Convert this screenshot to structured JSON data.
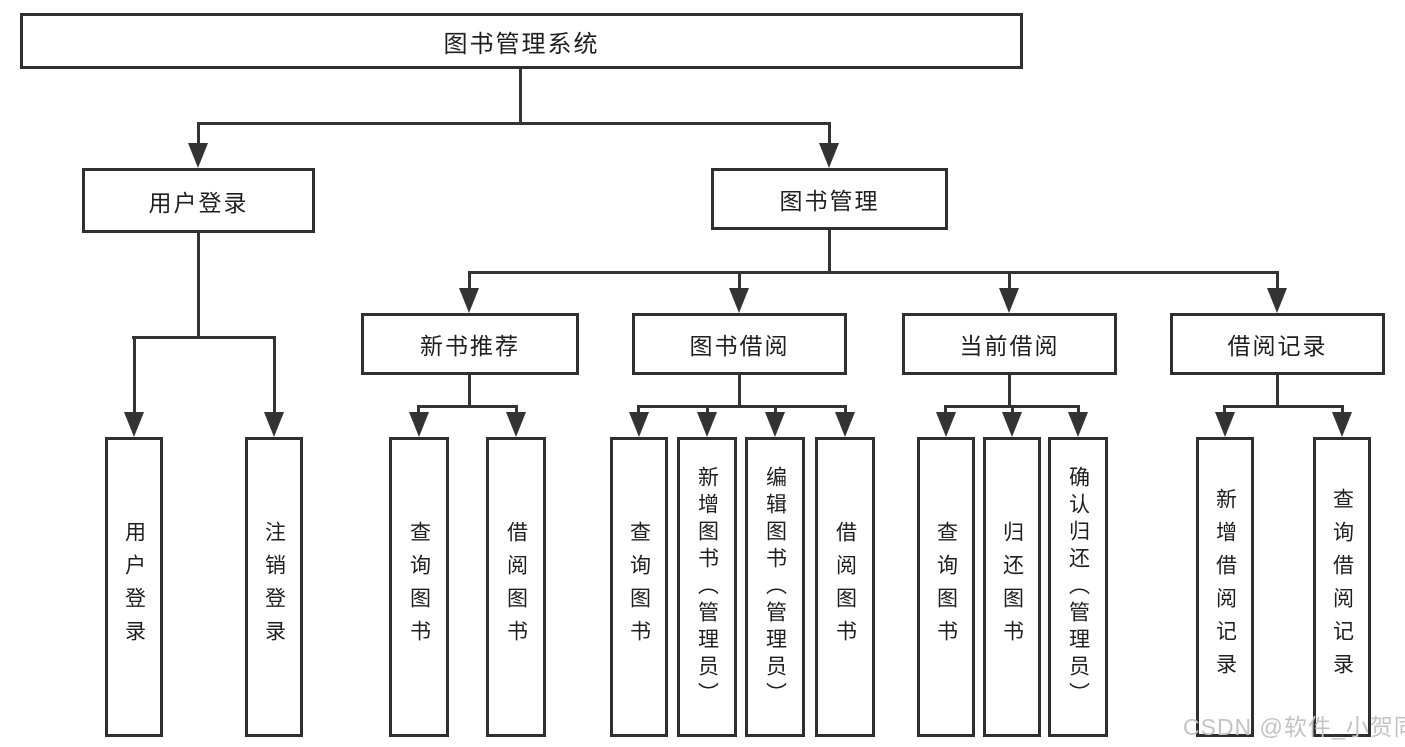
{
  "diagram": {
    "title": "图书管理系统",
    "level2": {
      "user_login": {
        "label": "用户登录",
        "children": {
          "login": "用户登录",
          "logout": "注销登录"
        }
      },
      "book_mgmt": {
        "label": "图书管理",
        "children": {
          "new_books": {
            "label": "新书推荐",
            "children": {
              "query": "查询图书",
              "borrow": "借阅图书"
            }
          },
          "borrowing": {
            "label": "图书借阅",
            "children": {
              "query": "查询图书",
              "add": "新增图书（管理员）",
              "edit": "编辑图书（管理员）",
              "borrow": "借阅图书"
            }
          },
          "current": {
            "label": "当前借阅",
            "children": {
              "query": "查询图书",
              "return": "归还图书",
              "confirm": "确认归还（管理员）"
            }
          },
          "records": {
            "label": "借阅记录",
            "children": {
              "add": "新增借阅记录",
              "query": "查询借阅记录"
            }
          }
        }
      }
    },
    "watermark": "CSDN @软件_小贺同学",
    "colors": {
      "line": "#333333",
      "box_border": "#2f2f2f",
      "text": "#1f1f1f",
      "watermark": "#c3c3c3",
      "background": "#ffffff"
    }
  }
}
